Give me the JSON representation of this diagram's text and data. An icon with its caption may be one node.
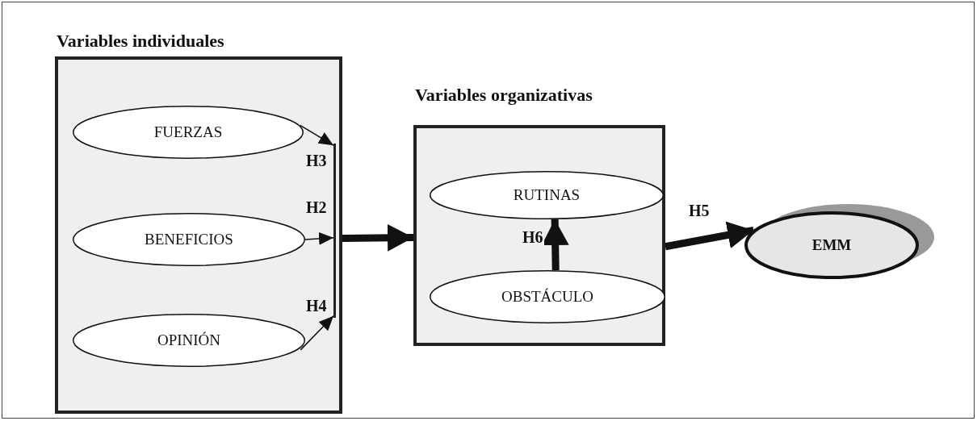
{
  "diagram": {
    "nodes": [
      {
        "text": [
          "Variables individuales"
        ]
      },
      {
        "text": [
          "FUERZAS"
        ],
        "in": 0
      },
      {
        "text": [
          "BENEFICIOS"
        ],
        "in": 0
      },
      {
        "text": [
          "OPINIÓN"
        ],
        "in": 0
      },
      {
        "text": [],
        "shape": "bar",
        "in": 0
      },
      {
        "text": [
          "Variables organizativas"
        ]
      },
      {
        "text": [
          "RUTINAS"
        ],
        "in": 5
      },
      {
        "text": [
          "OBSTÁCULO"
        ],
        "in": 5
      },
      {
        "text": [
          "EMM"
        ]
      }
    ],
    "edges": [
      {
        "from": 1,
        "to": 4,
        "arrow": "to",
        "label": "H3"
      },
      {
        "from": 2,
        "to": 4,
        "arrow": "to",
        "label": "H2"
      },
      {
        "from": 3,
        "to": 4,
        "arrow": "to",
        "label": "H4"
      },
      {
        "from": 0,
        "to": 5,
        "arrow": "to",
        "style": "thick"
      },
      {
        "from": 7,
        "to": 6,
        "arrow": "to",
        "style": "thick",
        "label": "H6"
      },
      {
        "from": 5,
        "to": 8,
        "arrow": "to",
        "style": "thick",
        "label": "H5"
      }
    ]
  }
}
